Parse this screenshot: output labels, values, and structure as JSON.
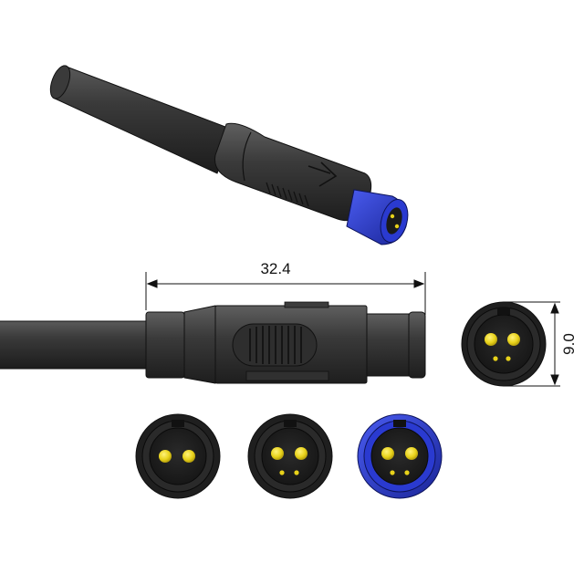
{
  "dimensions": {
    "length": "32.4",
    "diameter": "9.0"
  },
  "colors": {
    "body": "#2f2f2f",
    "cable": "#2b2b2b",
    "accent_blue": "#2334c8",
    "contact_gold": "#e8d21a"
  },
  "views": {
    "isometric": "cable-connector-iso",
    "side": "connector-side-view",
    "end": "connector-end-view",
    "variants": [
      "2-pin-face",
      "2-pin-plus-2-small-face",
      "blue-ring-face"
    ]
  }
}
